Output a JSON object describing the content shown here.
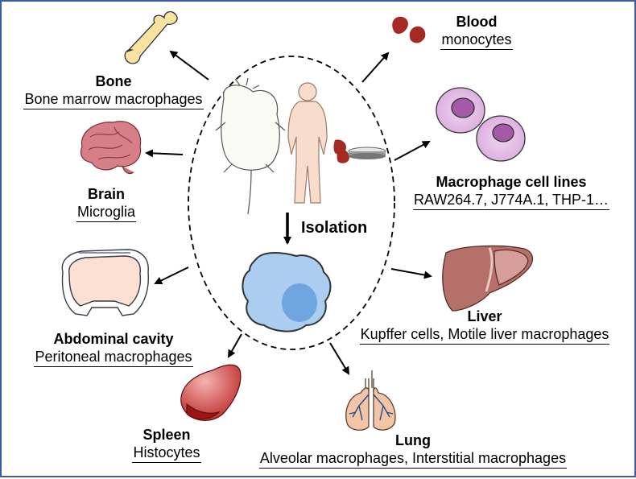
{
  "center_label": "Isolation",
  "sources": {
    "bone": {
      "title": "Bone",
      "subtitle": "Bone marrow macrophages",
      "icon": "bone-icon"
    },
    "brain": {
      "title": "Brain",
      "subtitle": "Microglia",
      "icon": "brain-icon"
    },
    "abdomen": {
      "title": "Abdominal cavity",
      "subtitle": "Peritoneal macrophages",
      "icon": "abdominal-cavity-icon"
    },
    "spleen": {
      "title": "Spleen",
      "subtitle": "Histocytes",
      "icon": "spleen-icon"
    },
    "lung": {
      "title": "Lung",
      "subtitle": "Alveolar macrophages, Interstitial macrophages",
      "icon": "lung-icon"
    },
    "liver": {
      "title": "Liver",
      "subtitle": "Kupffer cells, Motile liver macrophages",
      "icon": "liver-icon"
    },
    "cell_lines": {
      "title": "Macrophage cell lines",
      "subtitle": "RAW264.7, J774A.1, THP-1…",
      "icon": "cell-line-icon"
    },
    "blood": {
      "title": "Blood",
      "subtitle": "monocytes",
      "icon": "blood-drop-icon"
    }
  },
  "colors": {
    "frame": "#3f5aa8",
    "macrophage": "#aacdf0",
    "nucleus": "#6fa6e0",
    "blood": "#a52a24",
    "cell_line": "#e6c6e8",
    "liver": "#b5706a",
    "spleen": "#c83a3a",
    "brain": "#d77f88",
    "skin": "#f8dccc"
  }
}
